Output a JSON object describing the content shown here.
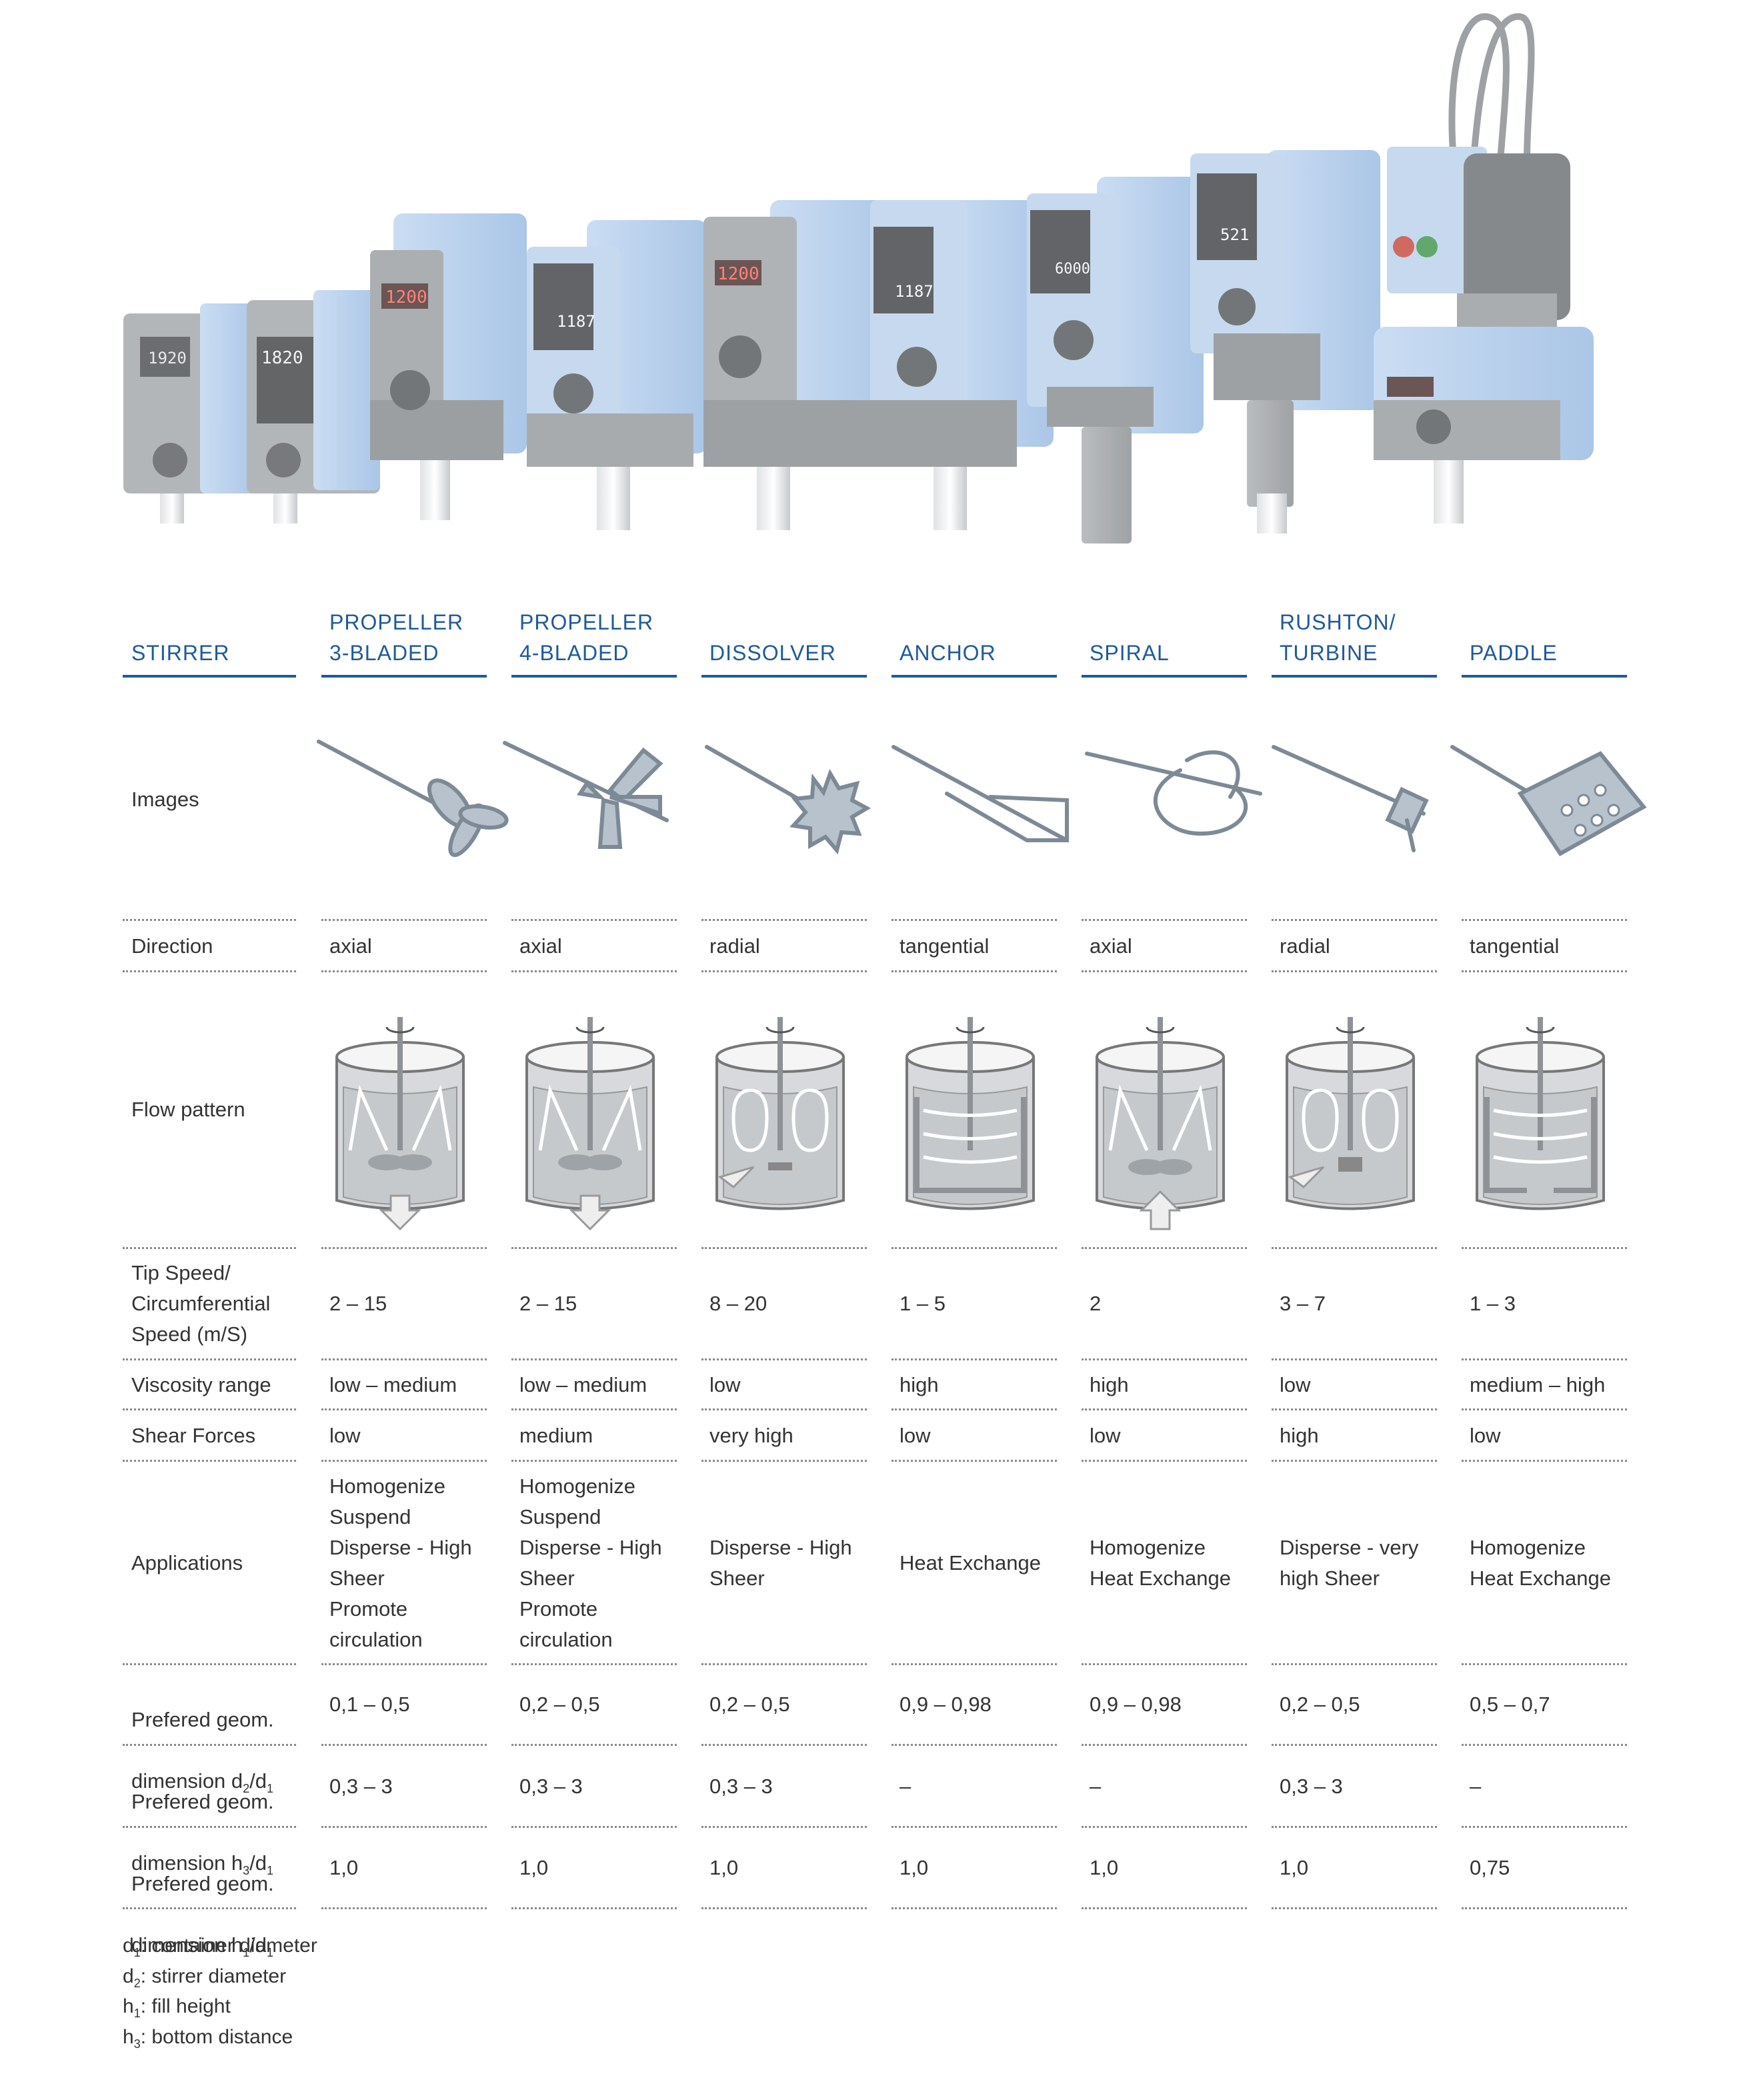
{
  "columns": [
    {
      "head": [
        "STIRRER"
      ],
      "key": "stirrer"
    },
    {
      "head": [
        "PROPELLER",
        "3-BLADED"
      ],
      "key": "propeller-3"
    },
    {
      "head": [
        "PROPELLER",
        "4-BLADED"
      ],
      "key": "propeller-4"
    },
    {
      "head": [
        "DISSOLVER"
      ],
      "key": "dissolver"
    },
    {
      "head": [
        "ANCHOR"
      ],
      "key": "anchor"
    },
    {
      "head": [
        "SPIRAL"
      ],
      "key": "spiral"
    },
    {
      "head": [
        "RUSHTON/",
        "TURBINE"
      ],
      "key": "rushton"
    },
    {
      "head": [
        "PADDLE"
      ],
      "key": "paddle"
    }
  ],
  "rows": {
    "images": "Images",
    "direction": {
      "label": "Direction",
      "values": [
        "axial",
        "axial",
        "radial",
        "tangential",
        "axial",
        "radial",
        "tangential"
      ]
    },
    "flow": "Flow pattern",
    "tip_speed": {
      "label": "Tip Speed/\nCircumferential\nSpeed (m/S)",
      "values": [
        "2 – 15",
        "2 – 15",
        "8 – 20",
        "1 – 5",
        "2",
        "3 – 7",
        "1 – 3"
      ]
    },
    "viscosity": {
      "label": "Viscosity range",
      "values": [
        "low – medium",
        "low – medium",
        "low",
        "high",
        "high",
        "low",
        "medium – high"
      ]
    },
    "shear": {
      "label": "Shear Forces",
      "values": [
        "low",
        "medium",
        "very high",
        "low",
        "low",
        "high",
        "low"
      ]
    },
    "applications": {
      "label": "Applications",
      "values": [
        "Homogenize\nSuspend\nDisperse - High\nSheer\nPromote\ncirculation",
        "Homogenize\nSuspend\nDisperse - High\nSheer\nPromote\ncirculation",
        "Disperse - High\nSheer",
        "Heat Exchange",
        "Homogenize\nHeat Exchange",
        "Disperse - very\nhigh Sheer",
        "Homogenize\nHeat Exchange"
      ]
    },
    "geom_d2": {
      "label_a": "Prefered geom.",
      "label_b": "dimension d",
      "sub1": "2",
      "slash": "/d",
      "sub2": "1",
      "values": [
        "0,1 – 0,5",
        "0,2 – 0,5",
        "0,2 – 0,5",
        "0,9 – 0,98",
        "0,9 – 0,98",
        "0,2 – 0,5",
        "0,5 – 0,7"
      ]
    },
    "geom_h3": {
      "label_a": "Prefered geom.",
      "label_b": "dimension h",
      "sub1": "3",
      "slash": "/d",
      "sub2": "1",
      "values": [
        "0,3 – 3",
        "0,3 – 3",
        "0,3 – 3",
        "–",
        "–",
        "0,3 – 3",
        "–"
      ]
    },
    "geom_h1": {
      "label_a": "Prefered geom.",
      "label_b": "dimension h",
      "sub1": "1",
      "slash": "/d",
      "sub2": "1",
      "values": [
        "1,0",
        "1,0",
        "1,0",
        "1,0",
        "1,0",
        "1,0",
        "0,75"
      ]
    }
  },
  "footnotes": [
    {
      "sym": "d",
      "sub": "1",
      "text": ": container diameter"
    },
    {
      "sym": "d",
      "sub": "2",
      "text": ": stirrer diameter"
    },
    {
      "sym": "h",
      "sub": "1",
      "text": ": fill height"
    },
    {
      "sym": "h",
      "sub": "3",
      "text": ": bottom distance"
    }
  ],
  "device_displays": [
    "1920",
    "1820",
    "1200",
    "1187",
    "1200",
    "1187",
    "6000",
    "521"
  ],
  "colors": {
    "header_blue": "#1f5a9a",
    "device_blue": "#a9c6ea",
    "device_grey": "#8c9094",
    "steel": "#a7adb3"
  }
}
